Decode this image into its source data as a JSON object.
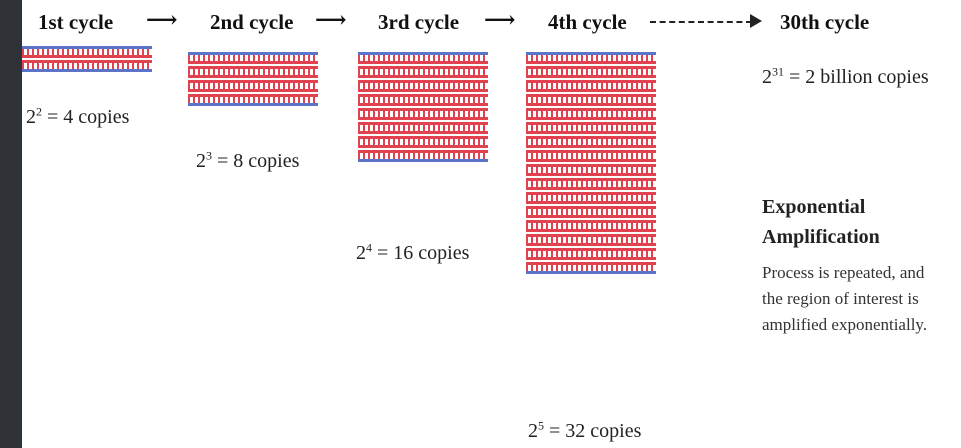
{
  "headers": {
    "c1": "1st cycle",
    "c2": "2nd cycle",
    "c3": "3rd cycle",
    "c4": "4th cycle",
    "c30": "30th cycle"
  },
  "counts": {
    "c1": {
      "base": "2",
      "exp": "2",
      "rest": " = 4 copies"
    },
    "c2": {
      "base": "2",
      "exp": "3",
      "rest": " = 8 copies"
    },
    "c3": {
      "base": "2",
      "exp": "4",
      "rest": " = 16 copies"
    },
    "c4": {
      "base": "2",
      "exp": "5",
      "rest": " = 32 copies"
    },
    "c30": {
      "base": "2",
      "exp": "31",
      "rest": " = 2 billion copies"
    }
  },
  "explanation": {
    "title_line1": "Exponential",
    "title_line2": "Amplification",
    "text_line1": "Process is repeated, and",
    "text_line2": "the region of interest is",
    "text_line3": "amplified exponentially."
  },
  "colors": {
    "original_strand": "#5b74c9",
    "new_strand": "#e0434f",
    "arrow": "#111111",
    "left_bar": "#2f3237"
  },
  "stacks": {
    "c1": {
      "dna_molecules": 2
    },
    "c2": {
      "dna_molecules": 4
    },
    "c3": {
      "dna_molecules": 8
    },
    "c4": {
      "dna_molecules": 16
    }
  }
}
